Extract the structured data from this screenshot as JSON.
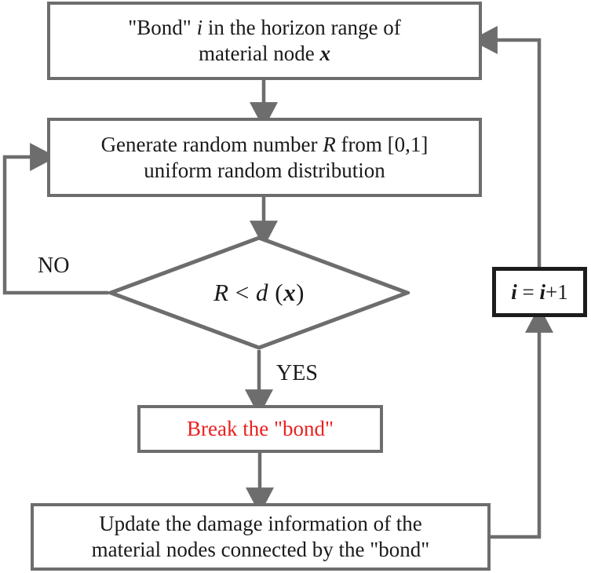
{
  "diagram": {
    "title": "Bond breakage stochastic flowchart",
    "type": "flowchart",
    "colors": {
      "box_border": "#6d6d6d",
      "emphasis_border": "#1c1c1c",
      "text": "#1a1a1a",
      "highlight_text": "#e8211f",
      "connector": "#6d6d6d",
      "background": "#ffffff"
    },
    "nodes": [
      {
        "id": "bond",
        "shape": "rectangle",
        "line1": "\"Bond\" i in the horizon range of",
        "line2": "material node x",
        "text": "\"Bond\" i in the horizon range of material node x"
      },
      {
        "id": "random",
        "shape": "rectangle",
        "line1": "Generate random number R from [0,1]",
        "line2": "uniform random distribution",
        "text": "Generate random number R from [0,1] uniform random distribution"
      },
      {
        "id": "decision",
        "shape": "diamond",
        "text": "R < d (x)"
      },
      {
        "id": "break",
        "shape": "rectangle",
        "text": "Break the \"bond\"",
        "color": "#e8211f"
      },
      {
        "id": "update",
        "shape": "rectangle",
        "line1": "Update the damage information of the",
        "line2": "material nodes connected by the \"bond\"",
        "text": "Update the damage information of the material nodes connected by the \"bond\""
      },
      {
        "id": "increment",
        "shape": "rectangle",
        "text": "i = i+1"
      }
    ],
    "edges": [
      {
        "from": "bond",
        "to": "random",
        "label": ""
      },
      {
        "from": "random",
        "to": "decision",
        "label": ""
      },
      {
        "from": "decision",
        "to": "random",
        "label": "NO"
      },
      {
        "from": "decision",
        "to": "break",
        "label": "YES"
      },
      {
        "from": "break",
        "to": "update",
        "label": ""
      },
      {
        "from": "update",
        "to": "increment",
        "label": ""
      },
      {
        "from": "increment",
        "to": "bond",
        "label": ""
      }
    ],
    "labels": {
      "no": "NO",
      "yes": "YES"
    }
  }
}
